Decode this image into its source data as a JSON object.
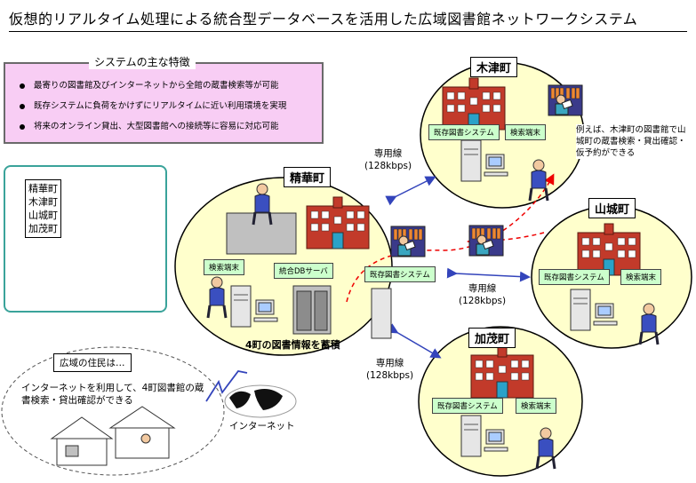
{
  "title": "仮想的リアルタイム処理による統合型データベースを活用した広域図書館ネットワークシステム",
  "features": {
    "heading": "システムの主な特徴",
    "items": [
      "最寄りの図書館及びインターネットから全館の蔵書検索等が可能",
      "既存システムに負荷をかけずにリアルタイムに近い利用環境を実現",
      "将来のオンライン貸出、大型図書館への接続等に容易に対応可能"
    ]
  },
  "map": {
    "towns": [
      "精華町",
      "木津町",
      "山城町",
      "加茂町"
    ]
  },
  "center": {
    "name": "精華町",
    "labels": {
      "terminal": "検索端末",
      "db_server": "統合DBサーバ",
      "existing": "既存図書システム"
    },
    "caption": "4町の図書情報を蓄積"
  },
  "kizu": {
    "name": "木津町",
    "labels": {
      "existing": "既存図書システム",
      "terminal": "検索端末"
    },
    "note": "例えば、木津町の図書館で山城町の蔵書検索・貸出確認・仮予約ができる"
  },
  "yamashiro": {
    "name": "山城町",
    "labels": {
      "existing": "既存図書システム",
      "terminal": "検索端末"
    }
  },
  "kamo": {
    "name": "加茂町",
    "labels": {
      "existing": "既存図書システム",
      "terminal": "検索端末"
    }
  },
  "lines": {
    "kizu": {
      "name": "専用線",
      "speed": "(128kbps)"
    },
    "yamashiro": {
      "name": "専用線",
      "speed": "(128kbps)"
    },
    "kamo": {
      "name": "専用線",
      "speed": "(128kbps)"
    }
  },
  "residents": {
    "heading": "広域の住民は…",
    "text": "インターネットを利用して、4町図書館の蔵書検索・貸出確認ができる"
  },
  "internet_label": "インターネット",
  "colors": {
    "circle_fill": "#ffffcc",
    "box_fill": "#ccffcc",
    "feature_fill": "#f8cdf4",
    "arrow": "#3344bb",
    "dash": "#ee0000",
    "library": "#c23a2a",
    "map": "#3c9a3c"
  }
}
